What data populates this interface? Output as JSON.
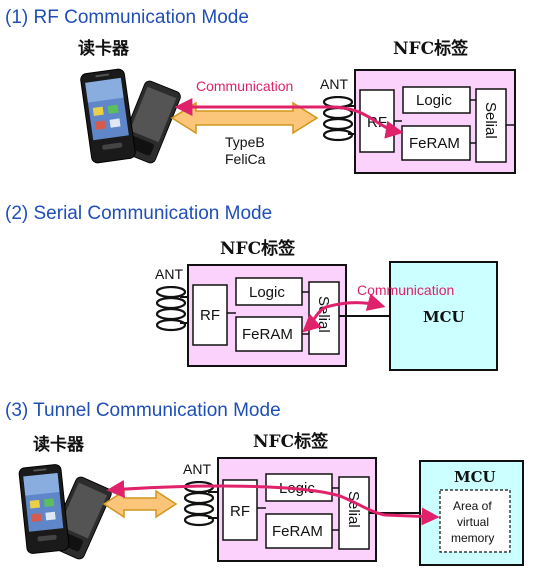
{
  "modes": [
    {
      "title": "(1) RF Communication Mode",
      "reader_label": "读卡器",
      "tag_label": "NFC标签",
      "ant_label": "ANT",
      "comm_label": "Communication",
      "protocols": [
        "TypeB",
        "FeliCa"
      ],
      "blocks": {
        "rf": "RF",
        "logic": "Logic",
        "feram": "FeRAM",
        "serial": "Selial"
      }
    },
    {
      "title": "(2) Serial Communication Mode",
      "tag_label": "NFC标签",
      "ant_label": "ANT",
      "comm_label": "Communication",
      "blocks": {
        "rf": "RF",
        "logic": "Logic",
        "feram": "FeRAM",
        "serial": "Selial"
      },
      "mcu_label": "MCU"
    },
    {
      "title": "(3) Tunnel Communication Mode",
      "reader_label": "读卡器",
      "tag_label": "NFC标签",
      "ant_label": "ANT",
      "blocks": {
        "rf": "RF",
        "logic": "Logic",
        "feram": "FeRAM",
        "serial": "Selial"
      },
      "mcu_label": "MCU",
      "virtual_memory": [
        "Area of",
        "virtual",
        "memory"
      ]
    }
  ],
  "colors": {
    "title": "#1f4fb6",
    "tag_fill": "#fbd2fb",
    "mcu_fill": "#ccffff",
    "comm": "#e0226a",
    "arrow_fill": "#fbc57a",
    "arrow_stroke": "#d2961e"
  },
  "icons": {
    "reader": "smartphone-icon",
    "antenna": "coil-antenna-icon"
  }
}
